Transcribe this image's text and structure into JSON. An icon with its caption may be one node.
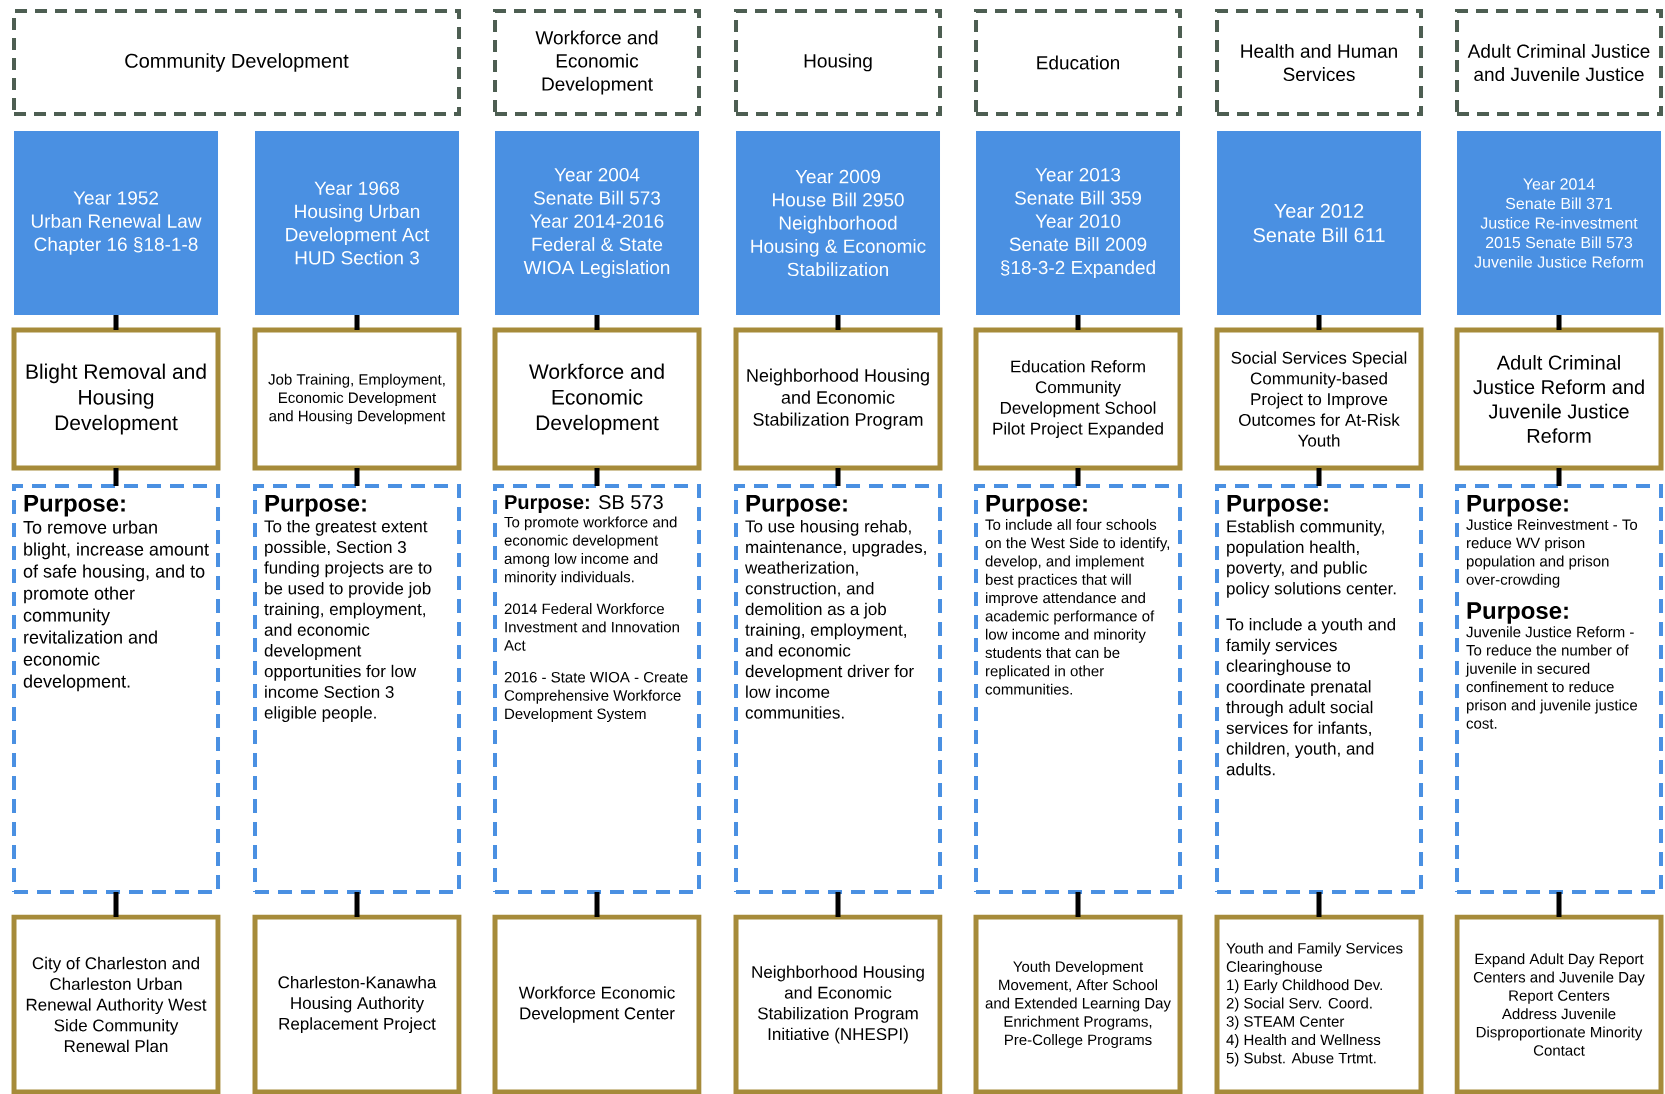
{
  "diagram": {
    "nodes": [
      {
        "text": [
          "Community Development"
        ]
      },
      {
        "text": [
          "Workforce and Economic Development"
        ]
      },
      {
        "text": [
          "Housing"
        ]
      },
      {
        "text": [
          "Education"
        ]
      },
      {
        "text": [
          "Health and Human Services"
        ]
      },
      {
        "text": [
          "Adult Criminal Justice and Juvenile Justice"
        ]
      },
      {
        "text": [
          "Year 1952",
          "Urban Renewal Law",
          "Chapter 16 §18-1-8"
        ]
      },
      {
        "text": [
          "Year 1968",
          "Housing Urban Development Act",
          "HUD Section 3"
        ]
      },
      {
        "text": [
          "Year 2004",
          "Senate Bill 573",
          "Year 2014-2016",
          "Federal & State WIOA Legislation"
        ]
      },
      {
        "text": [
          "Year 2009",
          "House Bill 2950",
          "Neighborhood Housing & Economic Stabilization"
        ]
      },
      {
        "text": [
          "Year 2013",
          "Senate Bill 359",
          "Year 2010",
          "Senate Bill 2009",
          "§18-3-2 Expanded"
        ]
      },
      {
        "text": [
          "Year 2012",
          "Senate Bill 611"
        ]
      },
      {
        "text": [
          "Year 2014",
          "Senate Bill 371",
          "Justice Re-investment",
          "2015 Senate Bill 573",
          "Juvenile Justice Reform"
        ]
      },
      {
        "text": [
          "Blight Removal and Housing Development"
        ]
      },
      {
        "text": [
          "Job Training, Employment, Economic Development and Housing Development"
        ]
      },
      {
        "text": [
          "Workforce and Economic Development"
        ]
      },
      {
        "text": [
          "Neighborhood Housing and Economic Stabilization Program"
        ]
      },
      {
        "text": [
          "Education Reform Community Development School Pilot Project Expanded"
        ]
      },
      {
        "text": [
          "Social Services Special Community-based Project to Improve Outcomes for At-Risk Youth"
        ]
      },
      {
        "text": [
          "Adult Criminal Justice Reform and Juvenile Justice Reform"
        ]
      },
      {
        "text": [
          "Purpose:",
          "To remove urban blight, increase amount of safe housing, and to promote other community revitalization and economic development."
        ]
      },
      {
        "text": [
          "Purpose:",
          "To the greatest extent possible, Section 3 funding projects are to be used to provide job training, employment, and economic development opportunities for low income Section 3 eligible people."
        ]
      },
      {
        "text": [
          "**Purpose:** SB 573",
          "To promote workforce and economic development among low income and minority individuals.",
          "2014 Federal Workforce Investment and Innovation Act",
          "2016 - State WIOA - Create Comprehensive Workforce Development System"
        ]
      },
      {
        "text": [
          "Purpose:",
          "To use housing rehab, maintenance, upgrades, weatherization, construction, and demolition as a job training, employment, and economic development driver for low income communities."
        ]
      },
      {
        "text": [
          "Purpose:",
          "To include all four schools on the West Side to identify, develop, and implement best practices that will improve attendance and academic performance of low income and minority students that can be replicated in other communities."
        ]
      },
      {
        "text": [
          "Purpose:",
          "Establish community, population health, poverty, and public policy solutions center.",
          "To include a youth and family services clearinghouse to coordinate prenatal through adult social services for infants, children, youth, and adults."
        ]
      },
      {
        "text": [
          "Purpose:",
          "Justice Reinvestment - To reduce WV prison population and prison over-crowding",
          "Purpose:",
          "Juvenile Justice Reform - To reduce the number of juvenile in secured confinement to reduce prison and juvenile justice cost."
        ]
      },
      {
        "text": [
          "City of Charleston and Charleston Urban Renewal Authority West Side Community Renewal Plan"
        ]
      },
      {
        "text": [
          "Charleston-Kanawha Housing Authority Replacement Project"
        ]
      },
      {
        "text": [
          "Workforce Economic Development Center"
        ]
      },
      {
        "text": [
          "Neighborhood Housing and Economic Stabilization Program Initiative (NHESPI)"
        ]
      },
      {
        "text": [
          "Youth Development Movement, After School and Extended Learning Day Enrichment Programs, Pre-College Programs"
        ]
      },
      {
        "text": [
          "Youth and Family Services Clearinghouse",
          "1) Early Childhood Dev.",
          "2) Social Serv. Coord.",
          "3) STEAM Center",
          "4) Health and Wellness",
          "5) Subst.  Abuse Trtmt."
        ]
      },
      {
        "text": [
          "Expand Adult Day Report Centers and Juvenile Day Report Centers",
          "Address Juvenile Disproportionate Minority Contact"
        ]
      }
    ],
    "edges": [
      {
        "from": 6,
        "to": 13,
        "arrow": "none"
      },
      {
        "from": 13,
        "to": 20,
        "arrow": "none"
      },
      {
        "from": 20,
        "to": 27,
        "arrow": "none"
      },
      {
        "from": 7,
        "to": 14,
        "arrow": "none"
      },
      {
        "from": 14,
        "to": 21,
        "arrow": "none"
      },
      {
        "from": 21,
        "to": 28,
        "arrow": "none"
      },
      {
        "from": 8,
        "to": 15,
        "arrow": "none"
      },
      {
        "from": 15,
        "to": 22,
        "arrow": "none"
      },
      {
        "from": 22,
        "to": 29,
        "arrow": "none"
      },
      {
        "from": 9,
        "to": 16,
        "arrow": "none"
      },
      {
        "from": 16,
        "to": 23,
        "arrow": "none"
      },
      {
        "from": 23,
        "to": 30,
        "arrow": "none"
      },
      {
        "from": 10,
        "to": 17,
        "arrow": "none"
      },
      {
        "from": 17,
        "to": 24,
        "arrow": "none"
      },
      {
        "from": 24,
        "to": 31,
        "arrow": "none"
      },
      {
        "from": 11,
        "to": 18,
        "arrow": "none"
      },
      {
        "from": 18,
        "to": 25,
        "arrow": "none"
      },
      {
        "from": 25,
        "to": 32,
        "arrow": "none"
      },
      {
        "from": 12,
        "to": 19,
        "arrow": "none"
      },
      {
        "from": 19,
        "to": 26,
        "arrow": "none"
      },
      {
        "from": 26,
        "to": 33,
        "arrow": "none"
      }
    ]
  }
}
